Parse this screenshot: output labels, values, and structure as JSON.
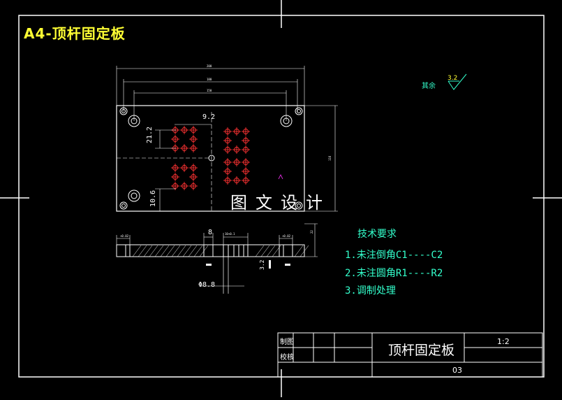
{
  "drawing_title": "A4-顶杆固定板",
  "watermark": "图文设计",
  "roughness": {
    "label": "其余",
    "value": "3.2"
  },
  "tech_requirements": {
    "title": "技术要求",
    "items": [
      "1.未注倒角C1----C2",
      "2.未注圆角R1----R2",
      "3.调制处理"
    ]
  },
  "dimensions": {
    "pitch_x": "9.2",
    "pitch_y": "21.2",
    "edge_offset": "10.6",
    "hole_dia": "Φ8.8",
    "section_width": "8",
    "section_depth": "3.2"
  },
  "title_block": {
    "drawn_label": "制图",
    "checked_label": "校核",
    "part_name": "顶杆固定板",
    "scale": "1:2",
    "sheet_no": "03"
  }
}
